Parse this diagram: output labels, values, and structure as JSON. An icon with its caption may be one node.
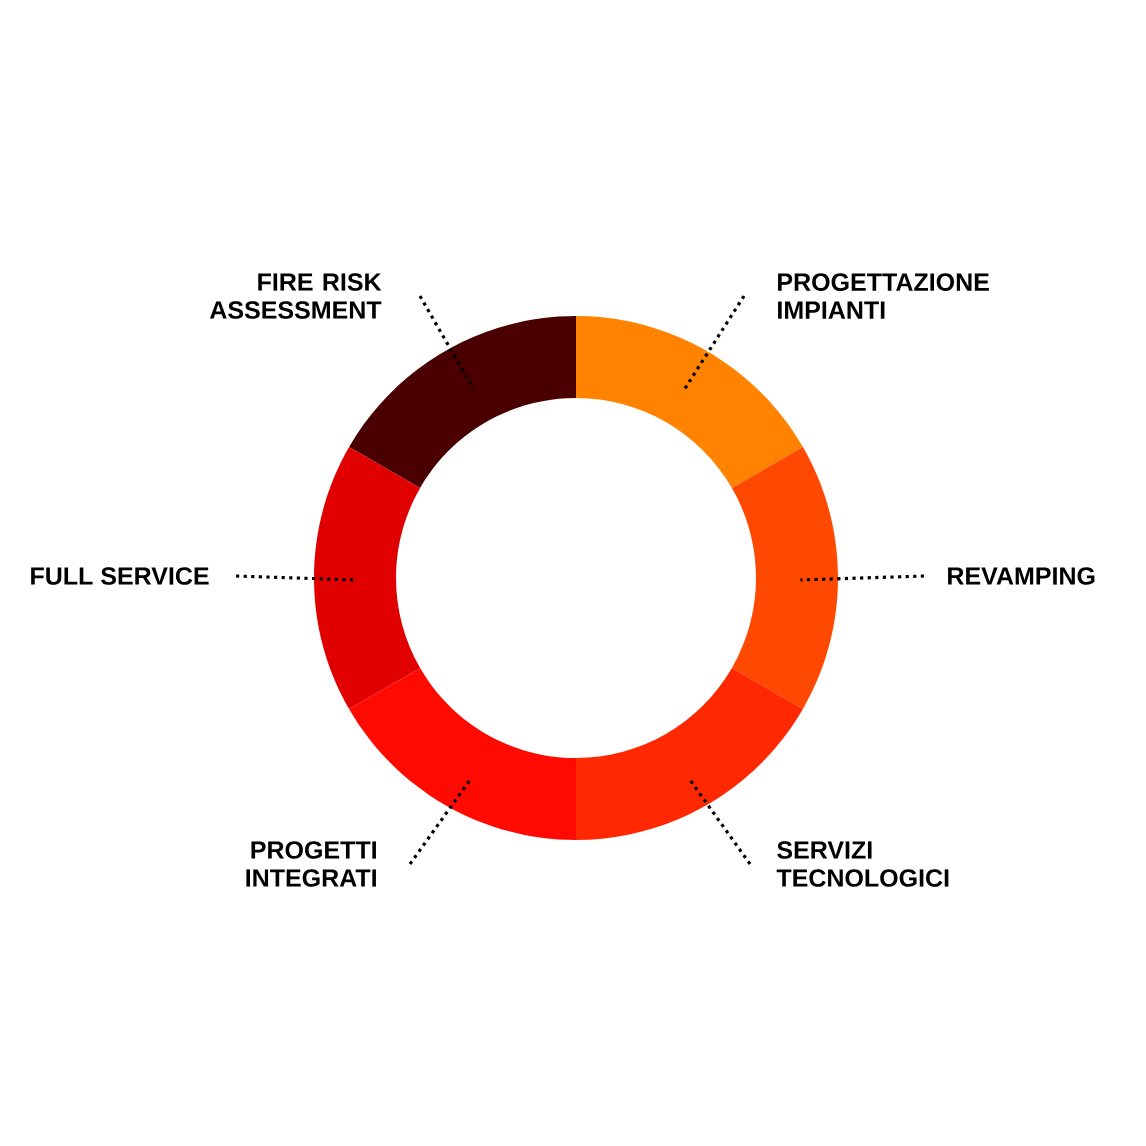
{
  "diagram": {
    "nodes": [
      {
        "text": [
          "FIRE RISK ASSESSMENT"
        ]
      },
      {
        "text": [
          "PROGETTAZIONE IMPIANTI"
        ]
      },
      {
        "text": [
          "FULL SERVICE"
        ]
      },
      {
        "text": [
          "REVAMPING"
        ]
      },
      {
        "text": [
          "PROGETTI INTEGRATI"
        ]
      },
      {
        "text": [
          "SERVIZI TECNOLOGICI"
        ]
      },
      {
        "text": [],
        "shape": "segment"
      },
      {
        "text": [],
        "shape": "segment"
      },
      {
        "text": [],
        "shape": "segment"
      },
      {
        "text": [],
        "shape": "segment"
      },
      {
        "text": [],
        "shape": "segment"
      },
      {
        "text": [],
        "shape": "segment"
      }
    ],
    "edges": [
      {
        "from": 0,
        "to": 6,
        "arrow": "none"
      },
      {
        "from": 1,
        "to": 7,
        "arrow": "none"
      },
      {
        "from": 2,
        "to": 8,
        "arrow": "none"
      },
      {
        "from": 3,
        "to": 9,
        "arrow": "none"
      },
      {
        "from": 4,
        "to": 10,
        "arrow": "none"
      },
      {
        "from": 5,
        "to": 11,
        "arrow": "none"
      }
    ]
  }
}
